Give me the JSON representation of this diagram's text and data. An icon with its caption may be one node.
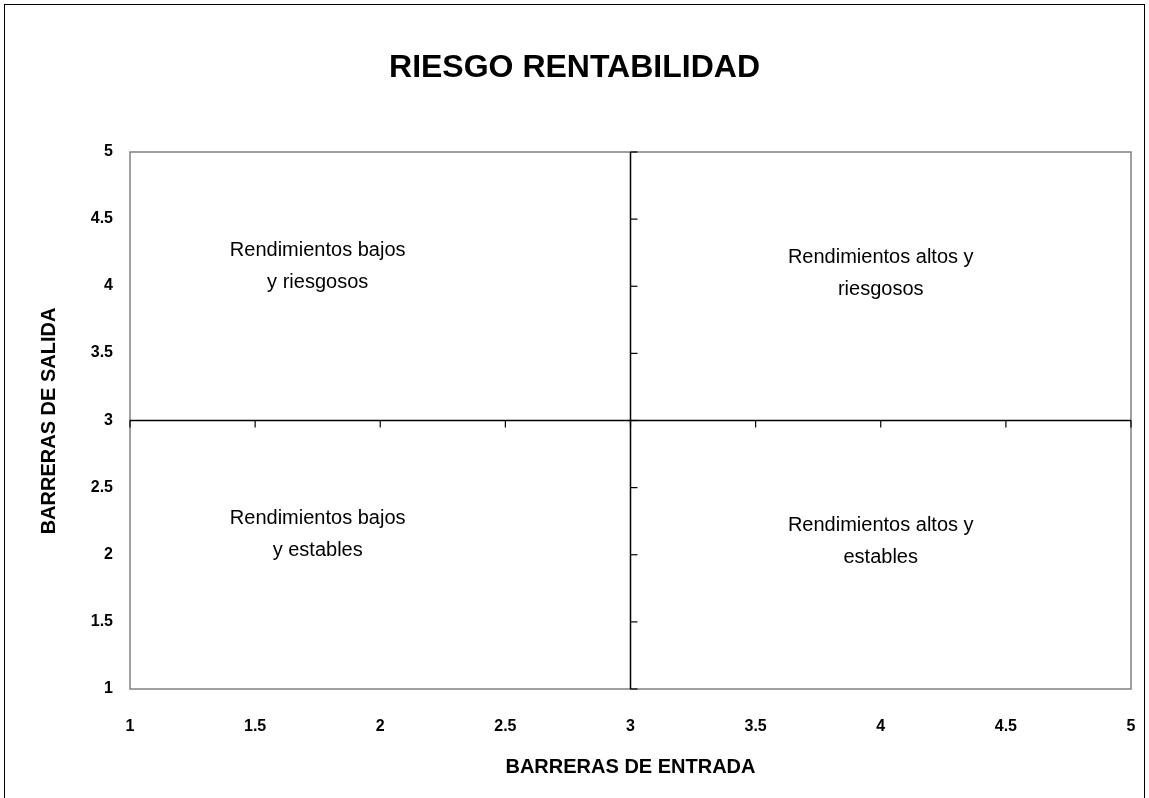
{
  "diagram": {
    "chart_data": {
      "type": "scatter",
      "title": "RIESGO RENTABILIDAD",
      "xlabel": "BARRERAS DE ENTRADA",
      "ylabel": "BARRERAS DE SALIDA",
      "xlim": [
        1,
        5
      ],
      "ylim": [
        1,
        5
      ],
      "xticks": [
        1,
        1.5,
        2,
        2.5,
        3,
        3.5,
        4,
        4.5,
        5
      ],
      "yticks": [
        1,
        1.5,
        2,
        2.5,
        3,
        3.5,
        4,
        4.5,
        5
      ],
      "annotations": [
        "Rendimientos bajos y riesgosos",
        "Rendimientos altos y riesgosos",
        "Rendimientos bajos y estables",
        "Rendimientos altos y estables"
      ]
    }
  }
}
